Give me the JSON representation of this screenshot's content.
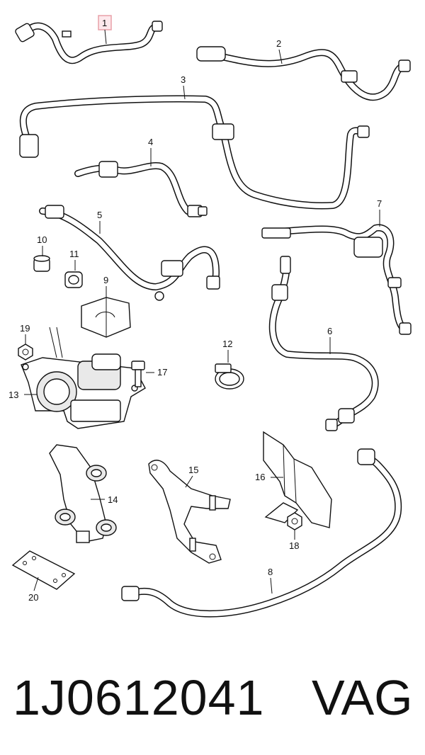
{
  "callouts": {
    "c1": "1",
    "c2": "2",
    "c3": "3",
    "c4": "4",
    "c5": "5",
    "c6": "6",
    "c7": "7",
    "c8": "8",
    "c9": "9",
    "c10": "10",
    "c11": "11",
    "c12": "12",
    "c13": "13",
    "c14": "14",
    "c15": "15",
    "c16": "16",
    "c17": "17",
    "c18": "18",
    "c19": "19",
    "c20": "20"
  },
  "highlight_color": "#e8a0a8",
  "footer": {
    "part_number": "1J0612041",
    "brand": "VAG"
  }
}
